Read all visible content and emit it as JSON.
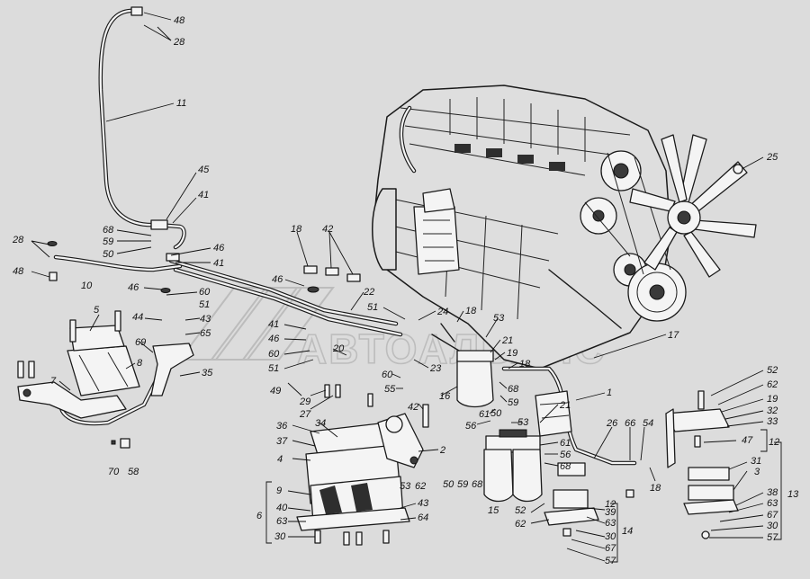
{
  "watermark": {
    "text": "АВТОАЛЬЯНС"
  },
  "callouts": [
    {
      "id": "c48a",
      "label": "48"
    },
    {
      "id": "c28a",
      "label": "28"
    },
    {
      "id": "c11",
      "label": "11"
    },
    {
      "id": "c45",
      "label": "45"
    },
    {
      "id": "c41a",
      "label": "41"
    },
    {
      "id": "c68a",
      "label": "68"
    },
    {
      "id": "c59a",
      "label": "59"
    },
    {
      "id": "c50a",
      "label": "50"
    },
    {
      "id": "c46a",
      "label": "46"
    },
    {
      "id": "c41b",
      "label": "41"
    },
    {
      "id": "c28b",
      "label": "28"
    },
    {
      "id": "c48b",
      "label": "48"
    },
    {
      "id": "c10",
      "label": "10"
    },
    {
      "id": "c18a",
      "label": "18"
    },
    {
      "id": "c42a",
      "label": "42"
    },
    {
      "id": "c46b",
      "label": "46"
    },
    {
      "id": "c60a",
      "label": "60"
    },
    {
      "id": "c51a",
      "label": "51"
    },
    {
      "id": "c46c",
      "label": "46"
    },
    {
      "id": "c22",
      "label": "22"
    },
    {
      "id": "c51b",
      "label": "51"
    },
    {
      "id": "c5",
      "label": "5"
    },
    {
      "id": "c44",
      "label": "44"
    },
    {
      "id": "c43a",
      "label": "43"
    },
    {
      "id": "c65",
      "label": "65"
    },
    {
      "id": "c69",
      "label": "69"
    },
    {
      "id": "c8",
      "label": "8"
    },
    {
      "id": "c35",
      "label": "35"
    },
    {
      "id": "c7",
      "label": "7"
    },
    {
      "id": "c41c",
      "label": "41"
    },
    {
      "id": "c46d",
      "label": "46"
    },
    {
      "id": "c60b",
      "label": "60"
    },
    {
      "id": "c51c",
      "label": "51"
    },
    {
      "id": "c20",
      "label": "20"
    },
    {
      "id": "c24",
      "label": "24"
    },
    {
      "id": "c18b",
      "label": "18"
    },
    {
      "id": "c53a",
      "label": "53"
    },
    {
      "id": "c21a",
      "label": "21"
    },
    {
      "id": "c19a",
      "label": "19"
    },
    {
      "id": "c23",
      "label": "23"
    },
    {
      "id": "c60c",
      "label": "60"
    },
    {
      "id": "c55",
      "label": "55"
    },
    {
      "id": "c49",
      "label": "49"
    },
    {
      "id": "c29",
      "label": "29"
    },
    {
      "id": "c27",
      "label": "27"
    },
    {
      "id": "c42b",
      "label": "42"
    },
    {
      "id": "c16",
      "label": "16"
    },
    {
      "id": "c68b",
      "label": "68"
    },
    {
      "id": "c59b",
      "label": "59"
    },
    {
      "id": "c50b",
      "label": "50"
    },
    {
      "id": "c61a",
      "label": "61"
    },
    {
      "id": "c56a",
      "label": "56"
    },
    {
      "id": "c18c",
      "label": "18"
    },
    {
      "id": "c17",
      "label": "17"
    },
    {
      "id": "c25",
      "label": "25"
    },
    {
      "id": "c1",
      "label": "1"
    },
    {
      "id": "c34",
      "label": "34"
    },
    {
      "id": "c36",
      "label": "36"
    },
    {
      "id": "c37",
      "label": "37"
    },
    {
      "id": "c4",
      "label": "4"
    },
    {
      "id": "c2",
      "label": "2"
    },
    {
      "id": "c53b",
      "label": "53"
    },
    {
      "id": "c21b",
      "label": "21"
    },
    {
      "id": "c61b",
      "label": "61"
    },
    {
      "id": "c56b",
      "label": "56"
    },
    {
      "id": "c68c",
      "label": "68"
    },
    {
      "id": "c26",
      "label": "26"
    },
    {
      "id": "c66",
      "label": "66"
    },
    {
      "id": "c54",
      "label": "54"
    },
    {
      "id": "c18d",
      "label": "18"
    },
    {
      "id": "c50c",
      "label": "50"
    },
    {
      "id": "c59c",
      "label": "59"
    },
    {
      "id": "c68d",
      "label": "68"
    },
    {
      "id": "c53c",
      "label": "53"
    },
    {
      "id": "c62a",
      "label": "62"
    },
    {
      "id": "c15",
      "label": "15"
    },
    {
      "id": "c12a",
      "label": "12"
    },
    {
      "id": "c39",
      "label": "39"
    },
    {
      "id": "c52a",
      "label": "52"
    },
    {
      "id": "c62b",
      "label": "62"
    },
    {
      "id": "c63a",
      "label": "63"
    },
    {
      "id": "c14",
      "label": "14"
    },
    {
      "id": "c30a",
      "label": "30"
    },
    {
      "id": "c67a",
      "label": "67"
    },
    {
      "id": "c57a",
      "label": "57"
    },
    {
      "id": "c9",
      "label": "9"
    },
    {
      "id": "c40",
      "label": "40"
    },
    {
      "id": "c6",
      "label": "6"
    },
    {
      "id": "c63b",
      "label": "63"
    },
    {
      "id": "c30b",
      "label": "30"
    },
    {
      "id": "c43b",
      "label": "43"
    },
    {
      "id": "c64",
      "label": "64"
    },
    {
      "id": "c70",
      "label": "70"
    },
    {
      "id": "c58",
      "label": "58"
    },
    {
      "id": "c52b",
      "label": "52"
    },
    {
      "id": "c62c",
      "label": "62"
    },
    {
      "id": "c19b",
      "label": "19"
    },
    {
      "id": "c32",
      "label": "32"
    },
    {
      "id": "c33",
      "label": "33"
    },
    {
      "id": "c47",
      "label": "47"
    },
    {
      "id": "c12b",
      "label": "12"
    },
    {
      "id": "c31",
      "label": "31"
    },
    {
      "id": "c3",
      "label": "3"
    },
    {
      "id": "c13",
      "label": "13"
    },
    {
      "id": "c38",
      "label": "38"
    },
    {
      "id": "c63c",
      "label": "63"
    },
    {
      "id": "c67b",
      "label": "67"
    },
    {
      "id": "c30c",
      "label": "30"
    },
    {
      "id": "c57b",
      "label": "57"
    }
  ]
}
